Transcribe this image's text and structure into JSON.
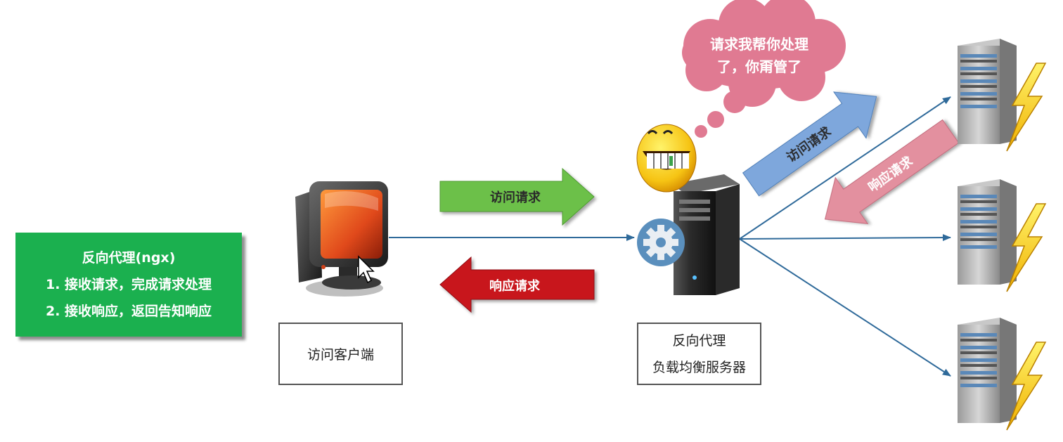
{
  "info_panel": {
    "title": "反向代理(ngx)",
    "line1": "1. 接收请求，完成请求处理",
    "line2": "2. 接收响应，返回告知响应"
  },
  "client": {
    "label": "访问客户端"
  },
  "proxy": {
    "label_line1": "反向代理",
    "label_line2": "负载均衡服务器"
  },
  "arrows": {
    "client_request": "访问请求",
    "client_response": "响应请求",
    "server_request": "访问请求",
    "server_response": "响应请求"
  },
  "bubble": {
    "line1": "请求我帮你处理",
    "line2": "了，你甭管了"
  },
  "colors": {
    "green_panel": "#1bb04f",
    "request_green": "#6cc04a",
    "response_red": "#c8161d",
    "request_blue": "#7ea7dc",
    "response_pink": "#e3909f",
    "bubble_pink": "#e07a92",
    "line_blue": "#2f6a9a"
  },
  "icons": [
    "monitor-icon",
    "server-icon",
    "gear-icon",
    "grinning-face-icon",
    "lightning-icon",
    "cursor-icon"
  ]
}
